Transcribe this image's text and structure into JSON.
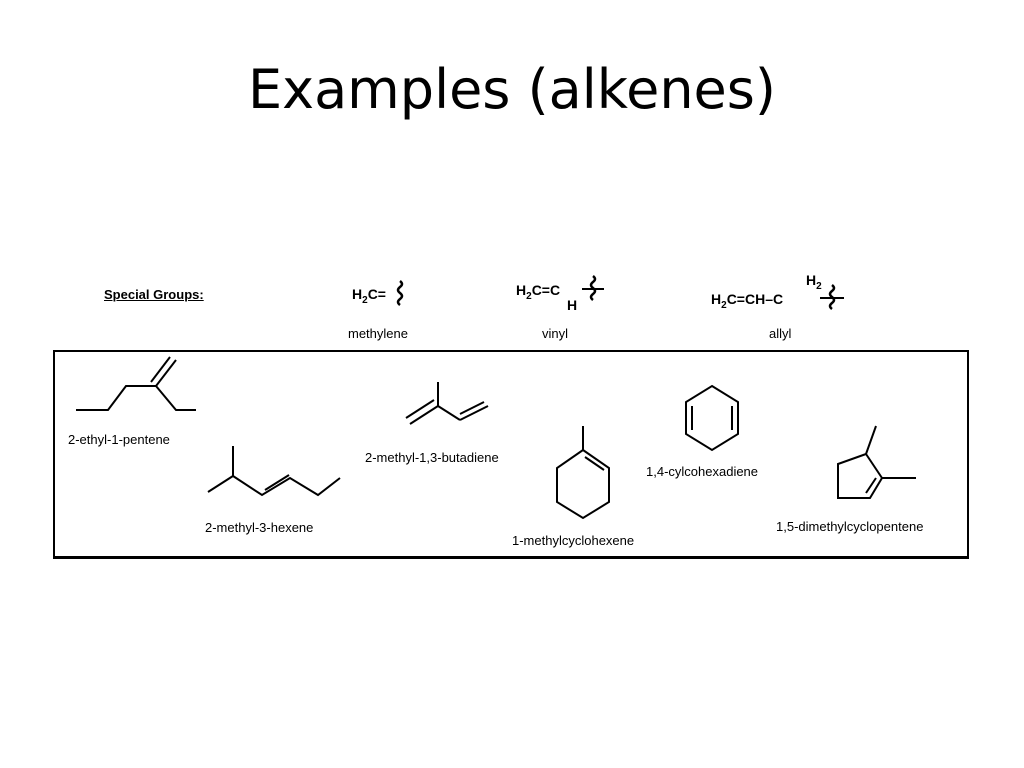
{
  "slide": {
    "title": "Examples (alkenes)"
  },
  "special_groups": {
    "heading": "Special Groups:",
    "methylene": {
      "formula_prefix": "H",
      "formula_sub": "2",
      "formula_rest": "C=",
      "name": "methylene"
    },
    "vinyl": {
      "formula_prefix": "H",
      "formula_sub": "2",
      "formula_rest": "C=C",
      "h_below": "H",
      "name": "vinyl"
    },
    "allyl": {
      "formula_prefix": "H",
      "formula_sub": "2",
      "formula_rest": "C=CH–C",
      "h2_above": "H",
      "h2_sub": "2",
      "name": "allyl"
    }
  },
  "molecules": {
    "m1": "2-ethyl-1-pentene",
    "m2": "2-methyl-3-hexene",
    "m3": "2-methyl-1,3-butadiene",
    "m4": "1-methylcyclohexene",
    "m5": "1,4-cylcohexadiene",
    "m6": "1,5-dimethylcyclopentene"
  }
}
